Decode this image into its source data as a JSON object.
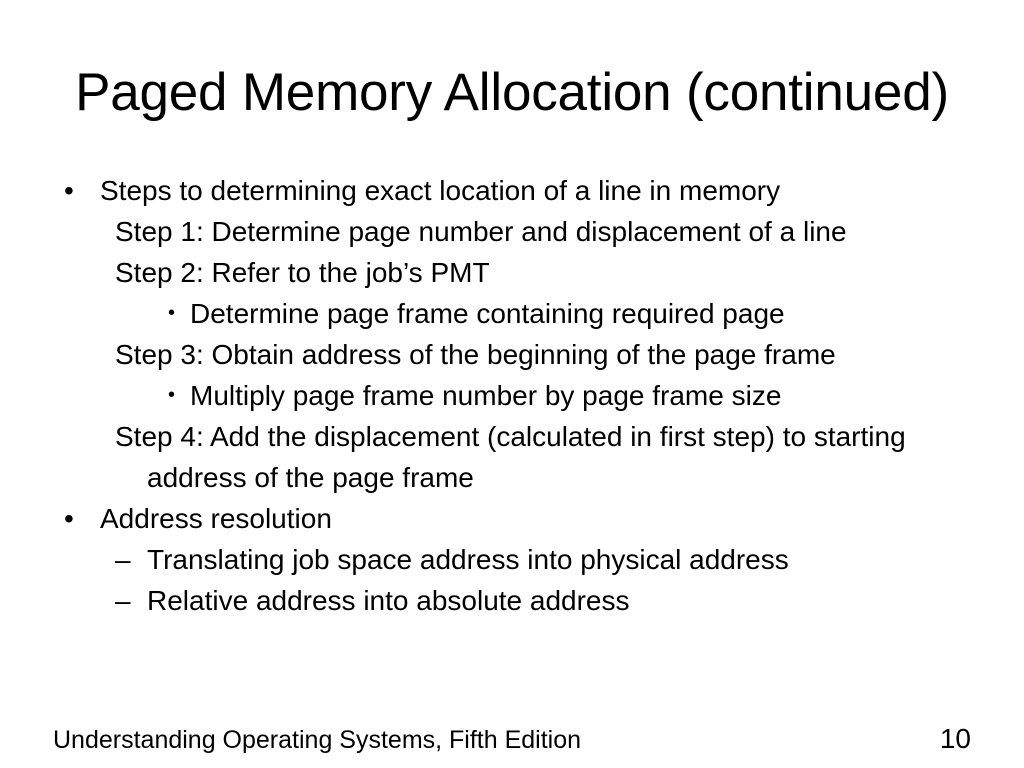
{
  "slide": {
    "title": "Paged Memory Allocation (continued)",
    "background_color": "#ffffff",
    "text_color": "#000000",
    "bullet_glyph": "•",
    "dash_glyph": "–",
    "content": [
      {
        "level": 1,
        "marker": "•",
        "text": "Steps to determining exact location of a line in memory"
      },
      {
        "level": 2,
        "marker": "",
        "text": "Step 1: Determine page number and displacement of a line"
      },
      {
        "level": 2,
        "marker": "",
        "text": "Step 2: Refer to the job’s PMT"
      },
      {
        "level": 3,
        "marker": "•",
        "text": "Determine page frame containing required page"
      },
      {
        "level": 2,
        "marker": "",
        "text": "Step 3: Obtain address of the beginning of the page frame"
      },
      {
        "level": 3,
        "marker": "•",
        "text": "Multiply page frame number by page frame size"
      },
      {
        "level": 2,
        "marker": "",
        "text": "Step 4: Add the displacement (calculated in first step) to starting",
        "text_continued": "address of the page frame"
      },
      {
        "level": 1,
        "marker": "•",
        "text": "Address resolution"
      },
      {
        "level": 4,
        "marker": "–",
        "text": "Translating job space address into physical address"
      },
      {
        "level": 4,
        "marker": "–",
        "text": "Relative address into absolute address"
      }
    ]
  },
  "footer": {
    "book_title": "Understanding Operating Systems, Fifth Edition",
    "page_number": "10"
  }
}
